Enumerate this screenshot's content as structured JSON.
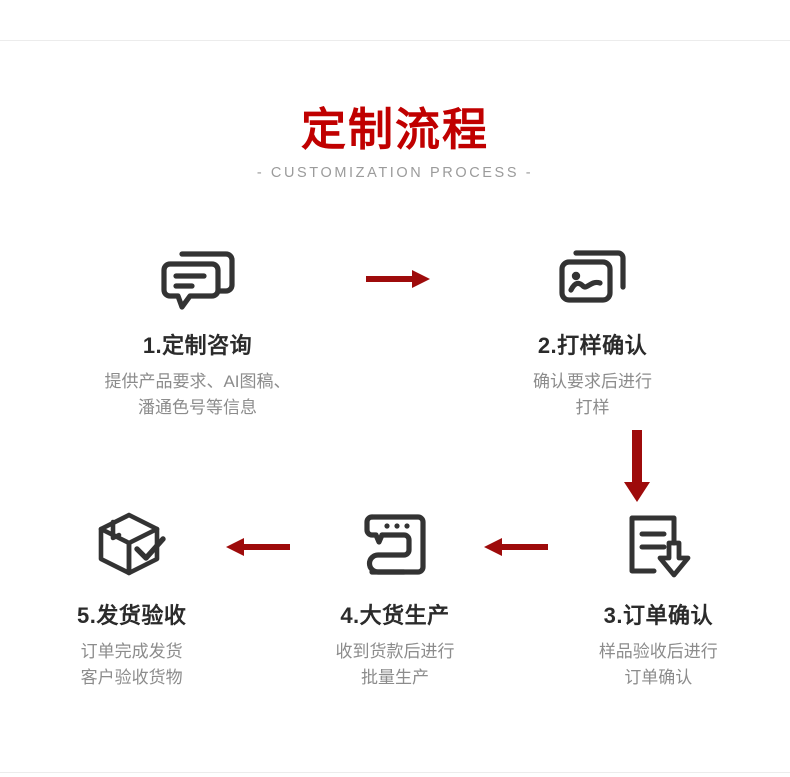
{
  "page": {
    "background_color": "#ffffff",
    "separator_color": "#ececec"
  },
  "heading": {
    "title": "定制流程",
    "subtitle": "- CUSTOMIZATION PROCESS -",
    "title_color": "#c00000",
    "subtitle_color": "#9b9b9b"
  },
  "colors": {
    "arrow": "#9e0b0b",
    "icon": "#333333",
    "step_title": "#2b2b2b",
    "step_desc": "#8c8c8c"
  },
  "steps": [
    {
      "number": "1",
      "icon": "chat-bubbles-icon",
      "title": "1.定制咨询",
      "desc": "提供产品要求、AI图稿、\n潘通色号等信息"
    },
    {
      "number": "2",
      "icon": "image-stack-icon",
      "title": "2.打样确认",
      "desc": "确认要求后进行\n打样"
    },
    {
      "number": "3",
      "icon": "document-download-icon",
      "title": "3.订单确认",
      "desc": "样品验收后进行\n订单确认"
    },
    {
      "number": "4",
      "icon": "sewing-machine-icon",
      "title": "4.大货生产",
      "desc": "收到货款后进行\n批量生产"
    },
    {
      "number": "5",
      "icon": "box-check-icon",
      "title": "5.发货验收",
      "desc": "订单完成发货\n客户验收货物"
    }
  ],
  "arrows": [
    {
      "name": "arrow-step1-to-step2",
      "direction": "right"
    },
    {
      "name": "arrow-step2-to-step3",
      "direction": "down"
    },
    {
      "name": "arrow-step3-to-step4",
      "direction": "left"
    },
    {
      "name": "arrow-step4-to-step5",
      "direction": "left"
    }
  ]
}
